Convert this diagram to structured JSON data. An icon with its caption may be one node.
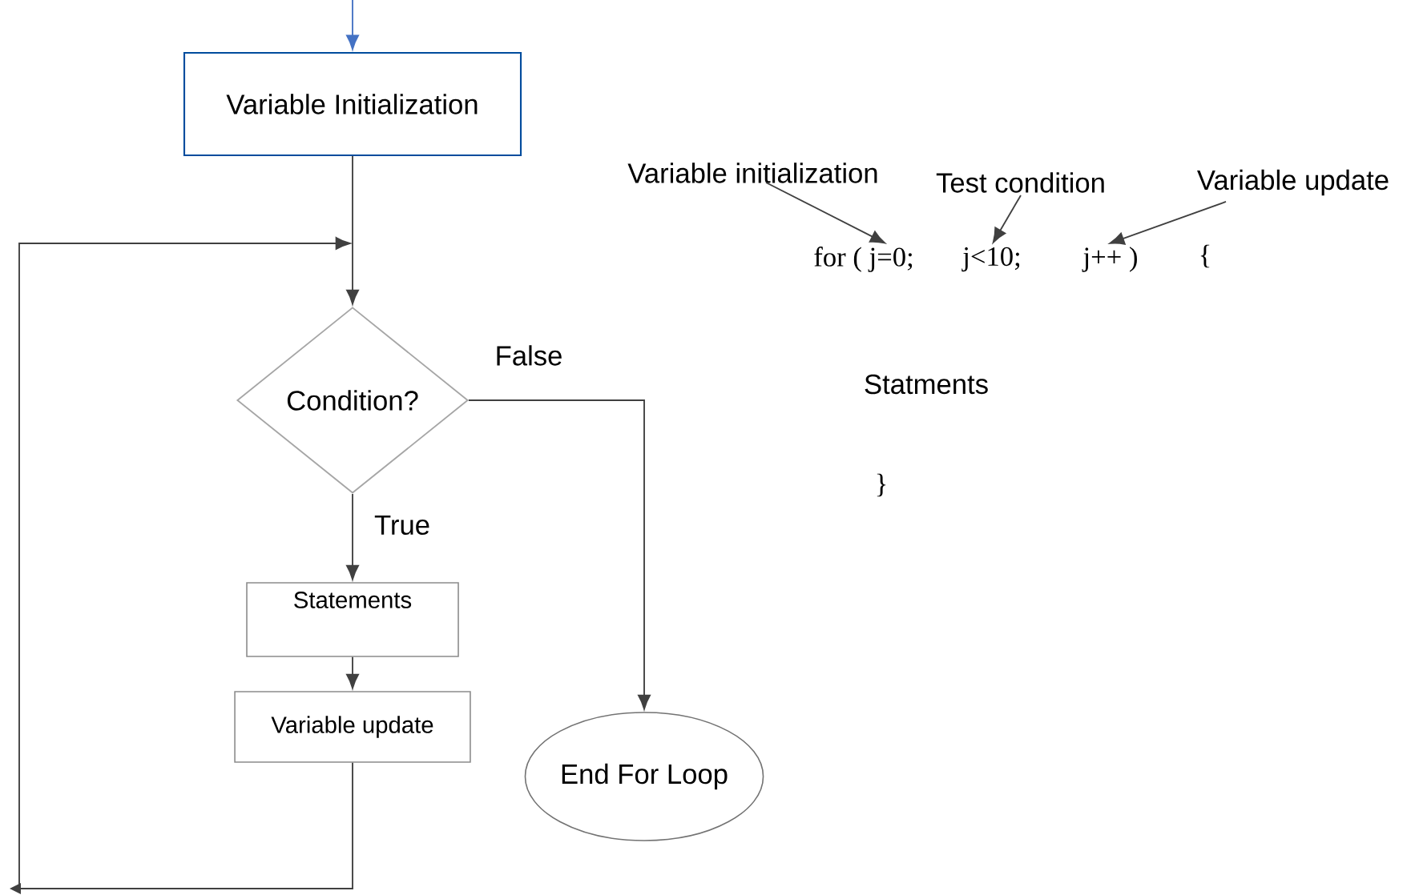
{
  "diagram": {
    "nodes": [
      {
        "text": [
          "Variable Initialization"
        ]
      },
      {
        "text": [
          "Condition?"
        ]
      },
      {
        "text": [
          "Statements"
        ]
      },
      {
        "text": [
          "Variable update"
        ]
      },
      {
        "text": [
          "End For Loop"
        ]
      },
      {
        "text": [
          "Variable initialization"
        ]
      },
      {
        "text": [
          "Test condition"
        ]
      },
      {
        "text": [
          "Variable update"
        ]
      },
      {
        "text": [
          "for ( j=0;"
        ]
      },
      {
        "text": [
          "j<10;"
        ]
      },
      {
        "text": [
          "j++ )"
        ]
      }
    ],
    "edges": [
      {
        "from": null,
        "to": 0,
        "arrow": "to",
        "color": "#4472c4"
      },
      {
        "from": 0,
        "to": 1,
        "arrow": "to"
      },
      {
        "from": 1,
        "to": 4,
        "arrow": "to",
        "label": "False"
      },
      {
        "from": 1,
        "to": 2,
        "arrow": "to",
        "label": "True"
      },
      {
        "from": 2,
        "to": 3,
        "arrow": "to"
      },
      {
        "from": 3,
        "to": 1,
        "arrow": "to"
      },
      {
        "from": 5,
        "to": 8,
        "arrow": "to"
      },
      {
        "from": 6,
        "to": 9,
        "arrow": "to"
      },
      {
        "from": 7,
        "to": 10,
        "arrow": "to"
      }
    ],
    "labels": [
      "{",
      "Statments",
      "}"
    ]
  }
}
